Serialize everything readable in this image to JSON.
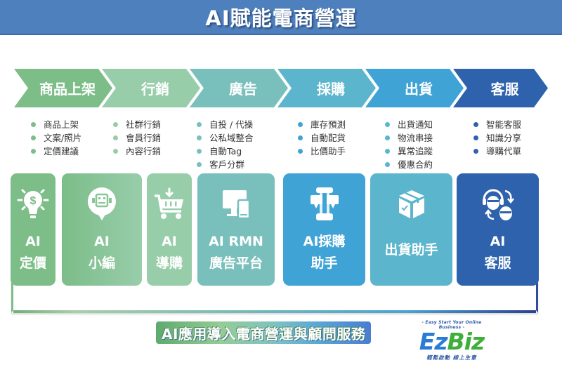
{
  "header": {
    "title": "AI賦能電商營運"
  },
  "stages": [
    {
      "label": "商品上架",
      "color": "#7cbd88",
      "bullet_color": "#7cbd88",
      "items": [
        "商品上架",
        "文案/照片",
        "定價建議"
      ]
    },
    {
      "label": "行銷",
      "color": "#98cdaa",
      "bullet_color": "#98cdaa",
      "items": [
        "社群行銷",
        "會員行銷",
        "內容行銷"
      ]
    },
    {
      "label": "廣告",
      "color": "#79bfbb",
      "bullet_color": "#79bfbb",
      "items": [
        "自投 / 代操",
        "公私域整合",
        "自動Tag",
        "客戶分群"
      ]
    },
    {
      "label": "採購",
      "color": "#5bb5cc",
      "bullet_color": "#3fa3d6",
      "items": [
        "庫存預測",
        "自動配貨",
        "比價助手"
      ]
    },
    {
      "label": "出貨",
      "color": "#3fa3d6",
      "bullet_color": "#5bb5cc",
      "items": [
        "出貨通知",
        "物流串接",
        "異常追蹤",
        "優惠合約"
      ]
    },
    {
      "label": "客服",
      "color": "#2e62ad",
      "bullet_color": "#2e62ad",
      "items": [
        "智能客服",
        "知識分享",
        "導購代單"
      ]
    }
  ],
  "cards": [
    {
      "line1": "AI",
      "line2": "定價",
      "icon": "lightbulb-dollar-icon",
      "color": "#7cbd88"
    },
    {
      "line1": "AI",
      "line2": "小編",
      "icon": "robot-chat-icon",
      "color": "#8ec9a2"
    },
    {
      "line1": "AI",
      "line2": "導購",
      "icon": "shopping-cart-icon",
      "color": "#98cdaa"
    },
    {
      "line1": "AI RMN",
      "line2": "廣告平台",
      "icon": "monitor-devices-icon",
      "color": "#79bfbb"
    },
    {
      "line1": "AI採購",
      "line2": "助手",
      "icon": "phone-chat-icon",
      "color": "#3fa3d6"
    },
    {
      "line1": "出貨助手",
      "line2": "",
      "icon": "package-box-icon",
      "color": "#5bb5cc"
    },
    {
      "line1": "AI",
      "line2": "客服",
      "icon": "support-agent-icon",
      "color": "#2e62ad"
    }
  ],
  "footer": {
    "tagline": "AI應用導入電商營運與顧問服務",
    "logo": {
      "top_tag": "- Easy Start Your Online Business -",
      "ez": "Ez",
      "biz": "Biz",
      "sub": "輕鬆啟動  線上生意"
    }
  }
}
